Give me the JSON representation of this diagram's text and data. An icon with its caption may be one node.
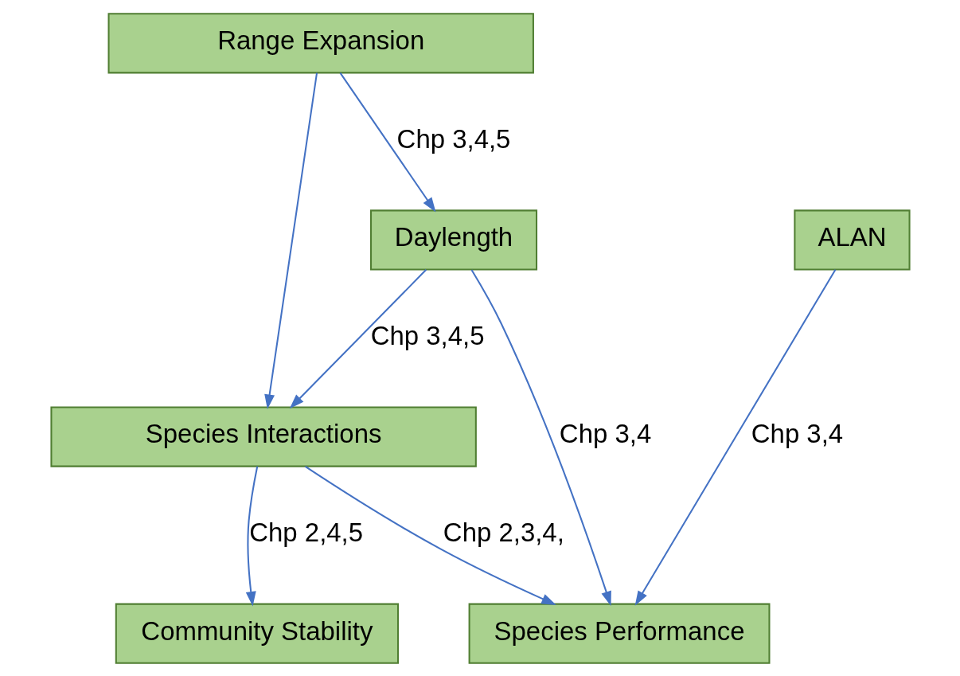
{
  "diagram": {
    "nodes": [
      {
        "text": [
          "Range Expansion"
        ]
      },
      {
        "text": [
          "ALAN"
        ]
      },
      {
        "text": [
          "Daylength"
        ]
      },
      {
        "text": [
          "Species Interactions"
        ]
      },
      {
        "text": [
          "Species Performance"
        ]
      },
      {
        "text": [
          "Community Stability"
        ]
      }
    ],
    "edges": [
      {
        "from": 0,
        "to": 2,
        "arrow": "to",
        "label": "Chp 3,4,5"
      },
      {
        "from": 0,
        "to": 3,
        "arrow": "to"
      },
      {
        "from": 2,
        "to": 3,
        "arrow": "to",
        "label": "Chp 3,4,5"
      },
      {
        "from": 1,
        "to": 4,
        "arrow": "to",
        "label": "Chp 3,4"
      },
      {
        "from": 2,
        "to": 4,
        "arrow": "to",
        "label": "Chp 3,4"
      },
      {
        "from": 3,
        "to": 4,
        "arrow": "to",
        "label": "Chp 2,3,4,"
      },
      {
        "from": 3,
        "to": 5,
        "arrow": "to",
        "label": "Chp 2,4,5"
      }
    ]
  }
}
